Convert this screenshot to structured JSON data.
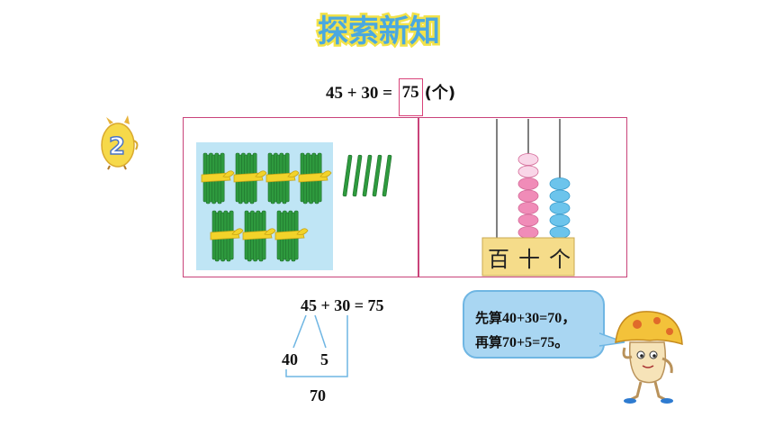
{
  "title": "探索新知",
  "badge_number": "2",
  "equation1": {
    "left": "45 + 30 = ",
    "answer": "75",
    "unit": "(个)"
  },
  "sticks": {
    "bundles_of_ten": 7,
    "single_sticks": 5
  },
  "abacus": {
    "labels": [
      "百",
      "十",
      "个"
    ],
    "tens_beads": 7,
    "ones_beads": 5
  },
  "equation2": "45 + 30 = 75",
  "split": {
    "tens": "40",
    "ones": "5",
    "sum": "70"
  },
  "bubble": {
    "line1_cn": "先算",
    "line1_num": "40+30=70，",
    "line2_cn": "再算",
    "line2_num": "70+5=75。"
  },
  "colors": {
    "title_fill": "#4aa8e0",
    "title_outline": "#f2e24a",
    "frame": "#c9437a",
    "sticks_panel": "#bfe5f5",
    "stick_green": "#2e9a3e",
    "tie_yellow": "#f2d32a",
    "pink_bead": "#f08cb8",
    "light_pink_bead": "#f9d6e8",
    "blue_bead": "#6cc4ec",
    "abacus_label_bg": "#f5dc8a",
    "bubble_bg": "#a9d6f2"
  },
  "icons": [
    "number-badge-icon",
    "stick-bundle-icon",
    "stick-icon",
    "abacus-icon",
    "mushroom-mascot-icon"
  ]
}
